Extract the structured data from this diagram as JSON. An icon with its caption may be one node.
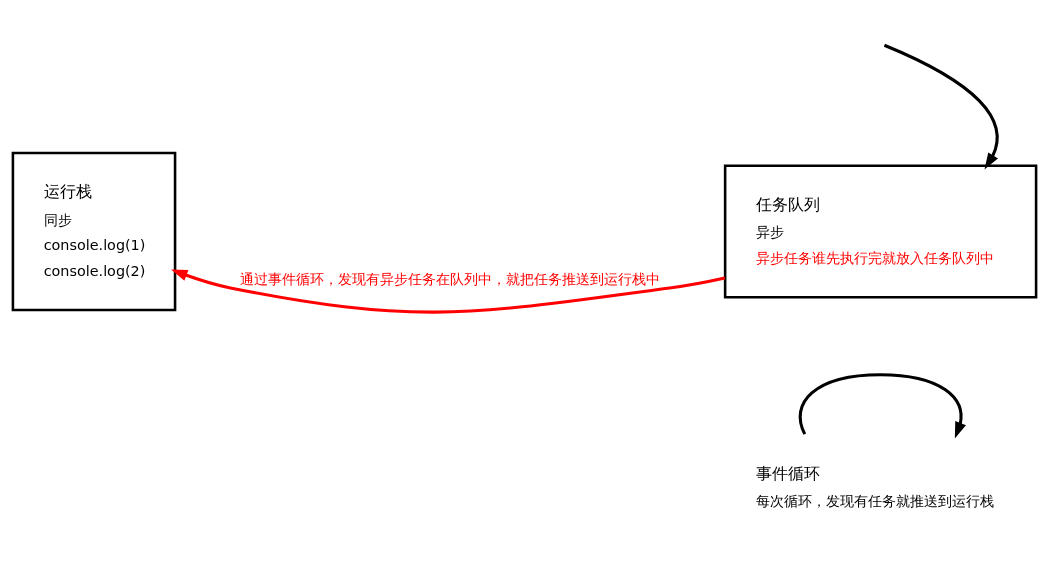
{
  "diagram": {
    "nodes": [
      {
        "text": [
          "运行栈",
          "同步",
          "console.log(1)",
          "console.log(2)"
        ]
      },
      {
        "text": [
          "任务队列",
          "异步",
          "异步任务谁先执行完就放入任务队列中"
        ]
      },
      {
        "text": [
          "事件循环",
          "每次循环，发现有任务就推送到运行栈"
        ]
      }
    ],
    "edges": [
      {
        "from": null,
        "to": 1,
        "arrow": "to"
      },
      {
        "from": 1,
        "to": 0,
        "arrow": "to",
        "color": "#ff0000",
        "label": "通过事件循环，发现有异步任务在队列中，就把任务推送到运行栈中"
      },
      {
        "from": 2,
        "to": 2,
        "arrow": "to"
      }
    ]
  }
}
